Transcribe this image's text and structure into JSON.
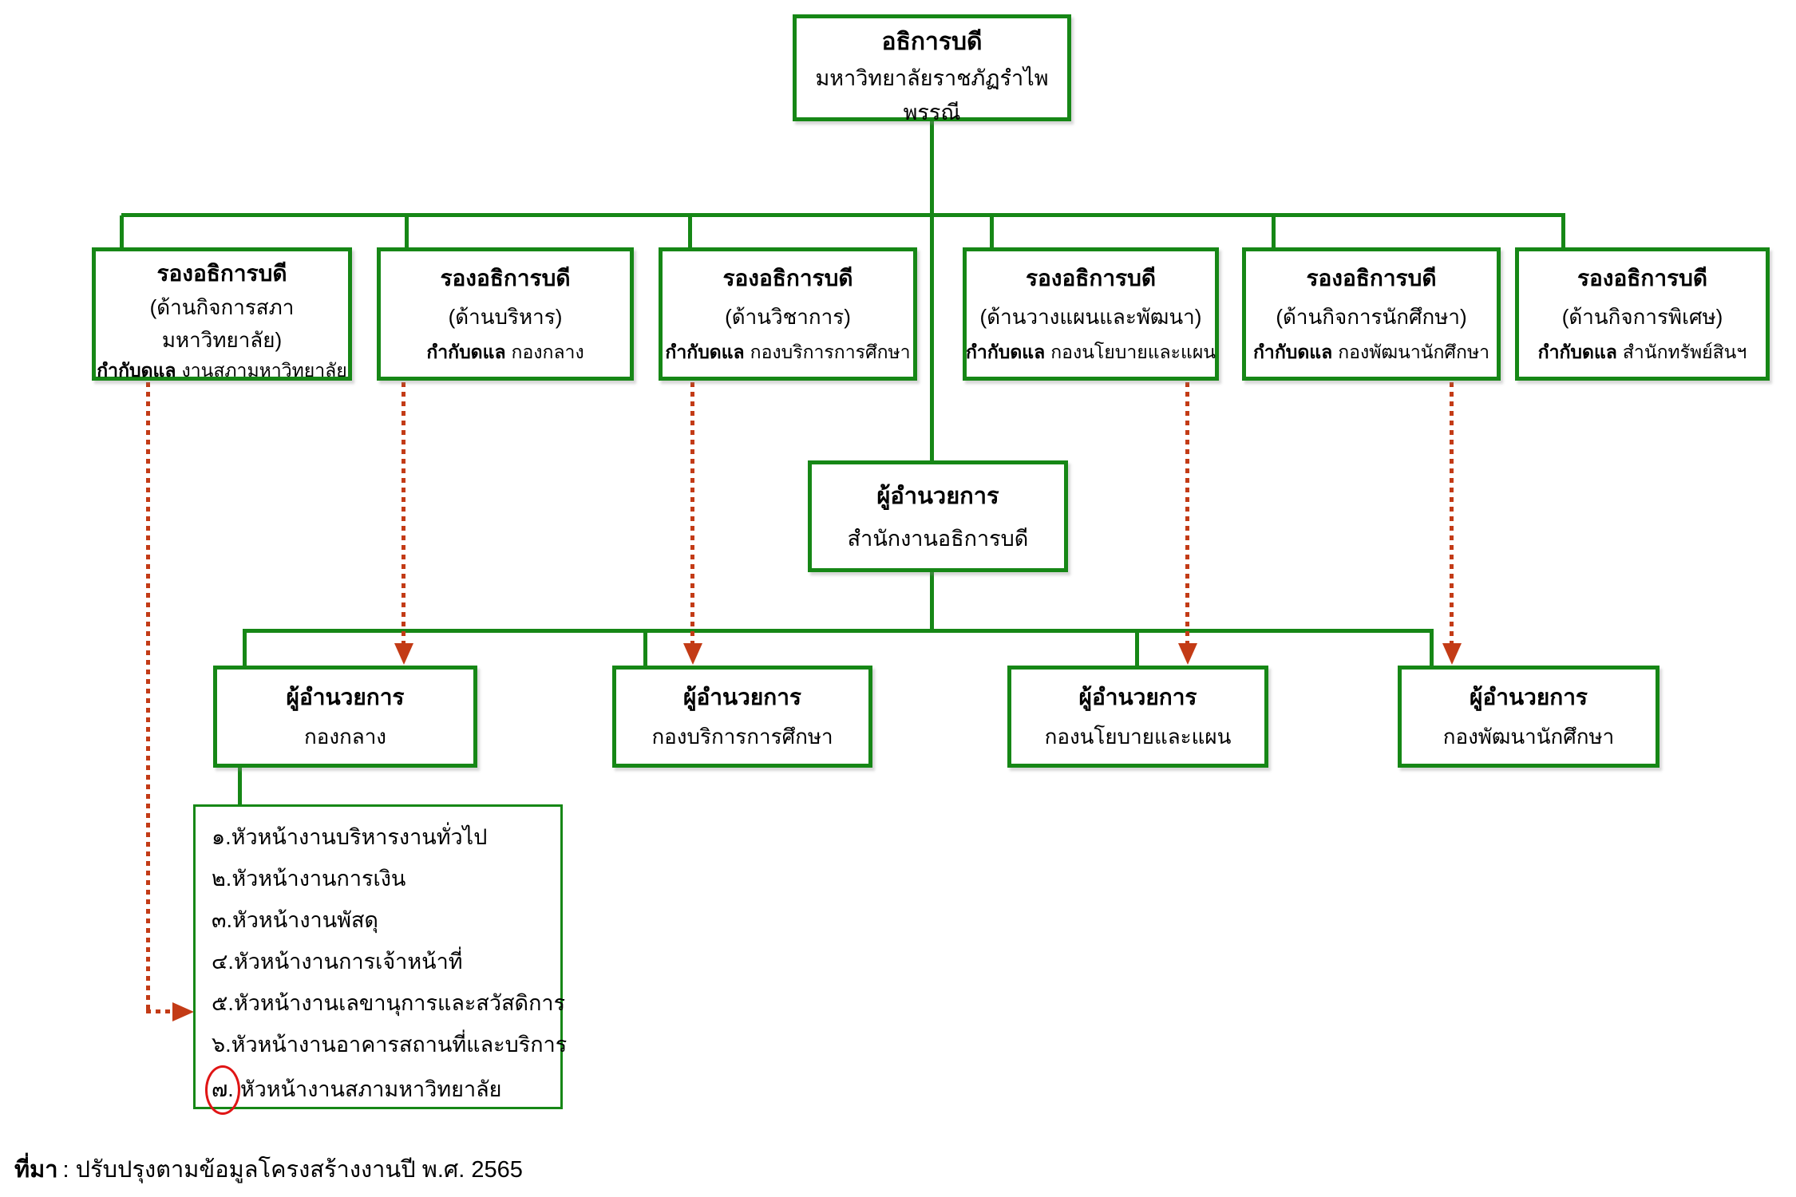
{
  "colors": {
    "box_border_green": "#168716",
    "dotted_arrow_red": "#c33b16",
    "circle_red": "#e01515",
    "text": "#000000",
    "background": "#ffffff"
  },
  "president_box": {
    "title": "อธิการบดี",
    "subtitle": "มหาวิทยาลัยราชภัฏรำไพพรรณี"
  },
  "vice_boxes": [
    {
      "title": "รองอธิการบดี",
      "area": "(ด้านกิจการสภามหาวิทยาลัย)",
      "duty_label": "กำกับดแล",
      "duty": "งานสภามหาวิทยาลัย"
    },
    {
      "title": "รองอธิการบดี",
      "area": "(ด้านบริหาร)",
      "duty_label": "กำกับดแล",
      "duty": "กองกลาง"
    },
    {
      "title": "รองอธิการบดี",
      "area": "(ด้านวิชาการ)",
      "duty_label": "กำกับดแล",
      "duty": "กองบริการการศึกษา"
    },
    {
      "title": "รองอธิการบดี",
      "area": "(ด้านวางแผนและพัฒนา)",
      "duty_label": "กำกับดแล",
      "duty": "กองนโยบายและแผน"
    },
    {
      "title": "รองอธิการบดี",
      "area": "(ด้านกิจการนักศึกษา)",
      "duty_label": "กำกับดแล",
      "duty": "กองพัฒนานักศึกษา"
    },
    {
      "title": "รองอธิการบดี",
      "area": "(ด้านกิจการพิเศษ)",
      "duty_label": "กำกับดแล",
      "duty": "สำนักทรัพย์สินฯ"
    }
  ],
  "office_box": {
    "title": "ผู้อำนวยการ",
    "subtitle": "สำนักงานอธิการบดี"
  },
  "director_boxes": [
    {
      "title": "ผู้อำนวยการ",
      "unit": "กองกลาง"
    },
    {
      "title": "ผู้อำนวยการ",
      "unit": "กองบริการการศึกษา"
    },
    {
      "title": "ผู้อำนวยการ",
      "unit": "กองนโยบายและแผน"
    },
    {
      "title": "ผู้อำนวยการ",
      "unit": "กองพัฒนานักศึกษา"
    }
  ],
  "heads_list": {
    "items": [
      {
        "no": "๑.",
        "label": "หัวหน้างานบริหารงานทั่วไป",
        "circled": false
      },
      {
        "no": "๒.",
        "label": "หัวหน้างานการเงิน",
        "circled": false
      },
      {
        "no": "๓.",
        "label": "หัวหน้างานพัสดุ",
        "circled": false
      },
      {
        "no": "๔.",
        "label": "หัวหน้างานการเจ้าหน้าที่",
        "circled": false
      },
      {
        "no": "๕.",
        "label": "หัวหน้างานเลขานุการและสวัสดิการ",
        "circled": false
      },
      {
        "no": "๖.",
        "label": "หัวหน้างานอาคารสถานที่และบริการ",
        "circled": false
      },
      {
        "no": "๗.",
        "label": "หัวหน้างานสภามหาวิทยาลัย",
        "circled": true
      }
    ]
  },
  "footer": {
    "label": "ที่มา",
    "text": ": ปรับปรุงตามข้อมูลโครงสร้างงานปี พ.ศ. 2565"
  }
}
